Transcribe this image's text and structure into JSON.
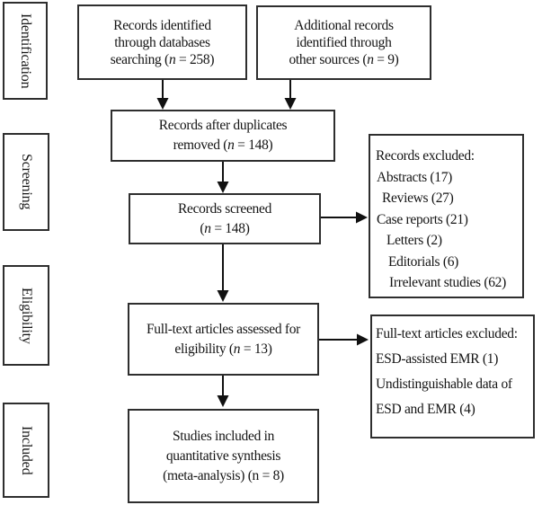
{
  "diagram": {
    "type": "prisma-flow",
    "colors": {
      "background": "#ffffff",
      "border": "#2e2e2e",
      "text": "#141414",
      "arrow": "#111111"
    }
  },
  "stages": [
    {
      "label": "Identification"
    },
    {
      "label": "Screening"
    },
    {
      "label": "Eligibility"
    },
    {
      "label": "Included"
    }
  ],
  "boxes": {
    "database_records": {
      "line1": "Records identified",
      "line2": "through databases",
      "line3_pre": "searching (",
      "line3_var": "n",
      "line3_post": " = 258)"
    },
    "additional_records": {
      "line1": "Additional records",
      "line2": "identified through",
      "line3_pre": "other sources (",
      "line3_var": "n",
      "line3_post": " = 9)"
    },
    "duplicates_removed": {
      "line1": "Records after duplicates",
      "line2_pre": "removed (",
      "line2_var": "n",
      "line2_post": " = 148)"
    },
    "records_screened": {
      "line1": "Records screened",
      "line2_pre": "(",
      "line2_var": "n",
      "line2_post": " = 148)"
    },
    "records_excluded": {
      "title": "Records excluded:",
      "items": [
        "Abstracts (17)",
        "Reviews (27)",
        "Case reports (21)",
        "Letters (2)",
        "Editorials (6)",
        "Irrelevant studies (62)"
      ]
    },
    "fulltext_assessed": {
      "line1": "Full-text articles assessed for",
      "line2_pre": "eligibility (",
      "line2_var": "n",
      "line2_post": " = 13)"
    },
    "fulltext_excluded": {
      "title": "Full-text articles excluded:",
      "lines": [
        "ESD-assisted EMR (1)",
        "Undistinguishable data of",
        "ESD and EMR (4)"
      ]
    },
    "studies_included": {
      "line1": "Studies included in",
      "line2": "quantitative synthesis",
      "line3": "(meta-analysis) (n = 8)"
    }
  }
}
